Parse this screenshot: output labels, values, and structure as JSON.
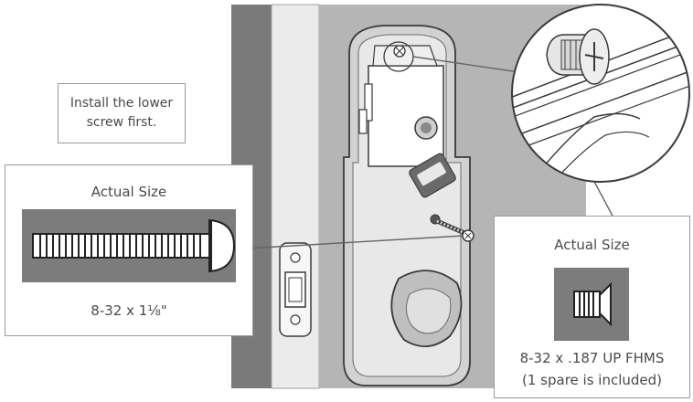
{
  "instruction_note": {
    "line1": "Install the lower",
    "line2": "screw first."
  },
  "left_callout": {
    "title": "Actual Size",
    "size_label": "8-32 x 1⅛\""
  },
  "right_callout": {
    "title": "Actual Size",
    "size_label": "8-32 x .187 UP FHMS",
    "spare_note": "(1 spare is included)"
  },
  "colors": {
    "door_dark": "#7a7a7a",
    "frame_gray": "#b5b5b5",
    "swatch_gray": "#7c7c7c",
    "outline": "#3a3a3a"
  },
  "icons": [
    "machine-screw-icon",
    "flat-head-screw-icon",
    "magnifier-detail-icon"
  ]
}
